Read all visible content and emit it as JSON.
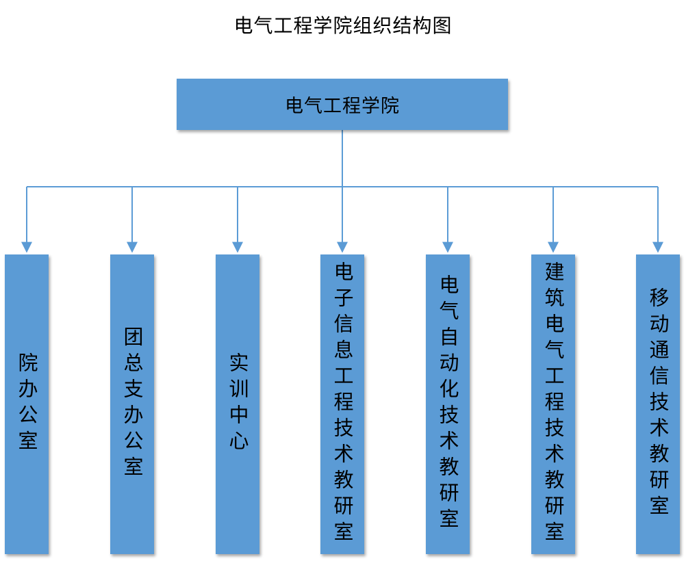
{
  "title": "电气工程学院组织结构图",
  "root": {
    "label": "电气工程学院"
  },
  "children": [
    {
      "label": "院办公室"
    },
    {
      "label": "团总支办公室"
    },
    {
      "label": "实训中心"
    },
    {
      "label": "电子信息工程技术教研室"
    },
    {
      "label": "电气自动化技术教研室"
    },
    {
      "label": "建筑电气工程技术教研室"
    },
    {
      "label": "移动通信技术教研室"
    }
  ],
  "colors": {
    "box_fill": "#5b9bd5",
    "connector": "#5b9bd5",
    "text": "#000000"
  }
}
